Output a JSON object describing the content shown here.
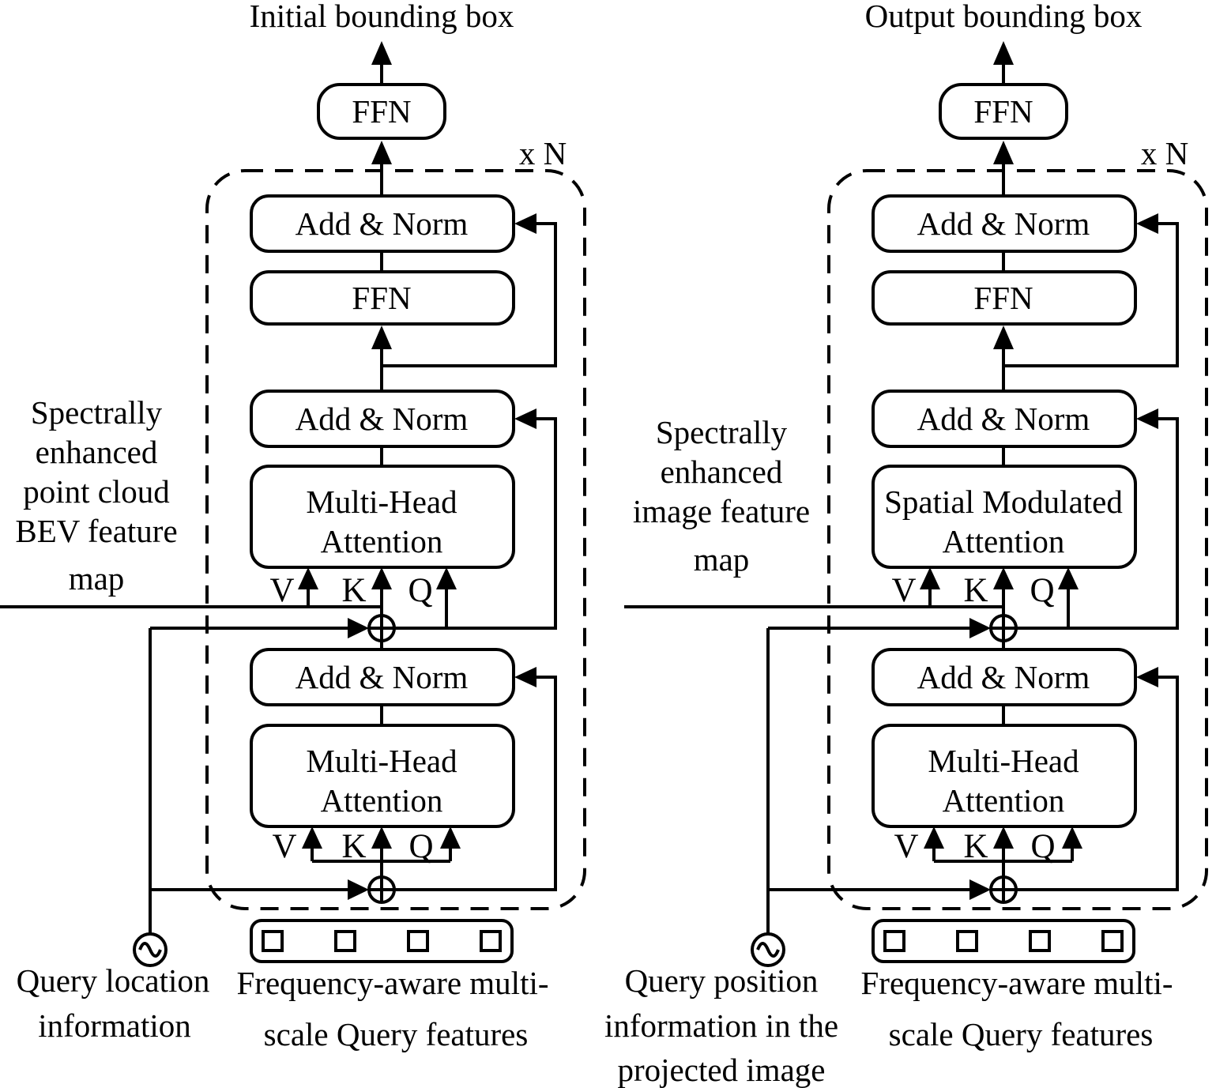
{
  "left": {
    "title": "Initial bounding box",
    "output_ffn": "FFN",
    "repeat_label": "x N",
    "add_norm": "Add & Norm",
    "ffn": "FFN",
    "cross_attention_line1": "Multi-Head",
    "cross_attention_line2": "Attention",
    "self_attention_line1": "Multi-Head",
    "self_attention_line2": "Attention",
    "v_label": "V",
    "k_label": "K",
    "q_label": "Q",
    "feature_map_label_lines": [
      "Spectrally",
      "enhanced",
      "point cloud",
      "BEV feature",
      "map"
    ],
    "query_pos_label_lines": [
      "Query location",
      "information"
    ],
    "query_features_label_lines": [
      "Frequency-aware multi-",
      "scale Query features"
    ]
  },
  "right": {
    "title": "Output bounding box",
    "output_ffn": "FFN",
    "repeat_label": "x N",
    "add_norm": "Add & Norm",
    "ffn": "FFN",
    "cross_attention_line1": "Spatial Modulated",
    "cross_attention_line2": "Attention",
    "self_attention_line1": "Multi-Head",
    "self_attention_line2": "Attention",
    "v_label": "V",
    "k_label": "K",
    "q_label": "Q",
    "feature_map_label_lines": [
      "Spectrally",
      "enhanced",
      "image feature",
      "map"
    ],
    "query_pos_label_lines": [
      "Query position",
      "information in the",
      "projected image"
    ],
    "query_features_label_lines": [
      "Frequency-aware multi-",
      "scale Query features"
    ]
  },
  "colors": {
    "ink": "#000000",
    "background": "#ffffff"
  }
}
